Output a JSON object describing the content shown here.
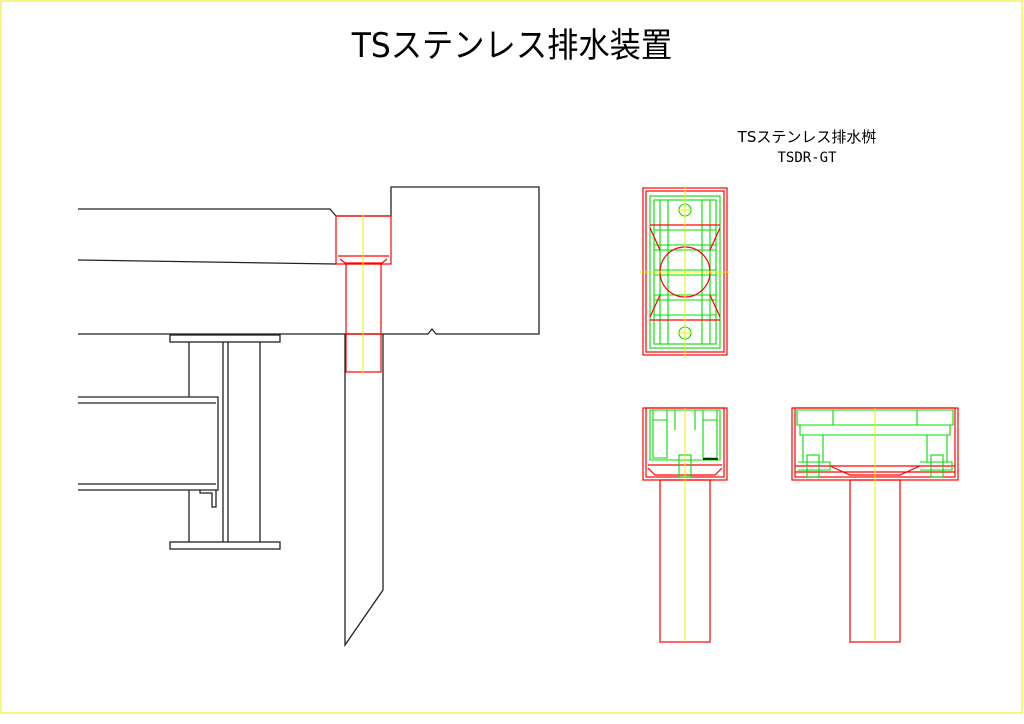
{
  "title": "TSステンレス排水装置",
  "product": {
    "name": "TSステンレス排水桝",
    "model": "TSDR-GT"
  },
  "colors": {
    "outline": "#222222",
    "drain": "#ff0000",
    "detail": "#00dd00",
    "centerline": "#eeee00",
    "border": "#eeee00"
  }
}
